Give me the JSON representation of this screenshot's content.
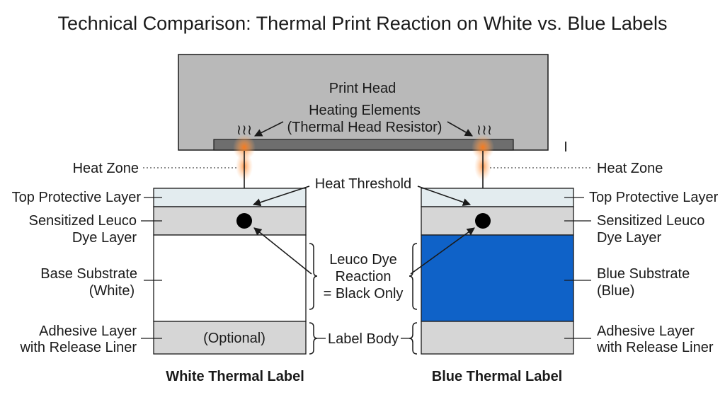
{
  "title": "Technical Comparison: Thermal Print Reaction on White vs. Blue Labels",
  "print_head": {
    "label": "Print Head",
    "heating_line1": "Heating Elements",
    "heating_line2": "(Thermal Head Resistor)",
    "heat_symbol": "≀≀≀",
    "gap_symbol": "I"
  },
  "heat_zone_label": "Heat Zone",
  "heat_threshold_label": "Heat Threshold",
  "layers": {
    "top_protective": "Top Protective Layer",
    "leuco_line1": "Sensitized Leuco",
    "leuco_line2": "Dye Layer",
    "adhesive_line1": "Adhesive Layer",
    "adhesive_line2": "with Release Liner"
  },
  "white_label": {
    "substrate_line1": "Base Substrate",
    "substrate_line2": "(White)",
    "optional": "(Optional)",
    "caption": "White Thermal Label"
  },
  "blue_label": {
    "substrate_line1": "Blue Substrate",
    "substrate_line2": "(Blue)",
    "caption": "Blue Thermal Label"
  },
  "center": {
    "reaction_line1": "Leuco Dye",
    "reaction_line2": "Reaction",
    "reaction_line3": "= Black Only",
    "label_body": "Label Body"
  },
  "colors": {
    "head_fill": "#b9b9b9",
    "element_bar": "#6e6e6e",
    "top_layer": "#e3ecef",
    "leuco_layer": "#d6d6d6",
    "white_substrate": "#ffffff",
    "blue_substrate": "#0f62c8",
    "adhesive_layer": "#d6d6d6",
    "heat_glow": "#ff8a2a",
    "outline": "#1a1a1a"
  }
}
